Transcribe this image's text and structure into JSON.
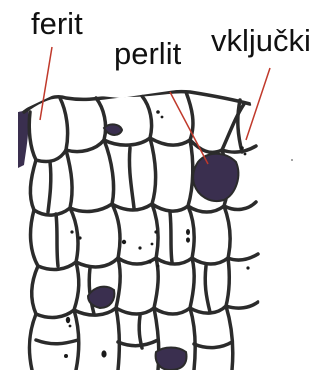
{
  "labels": {
    "ferrite": "ferit",
    "pearlite": "perlit",
    "inclusions": "vključki"
  },
  "colors": {
    "grain_boundary": "#2b2b2b",
    "pearlite_fill": "#3a2f4f",
    "leader_line": "#c0392b",
    "background": "#ffffff"
  }
}
